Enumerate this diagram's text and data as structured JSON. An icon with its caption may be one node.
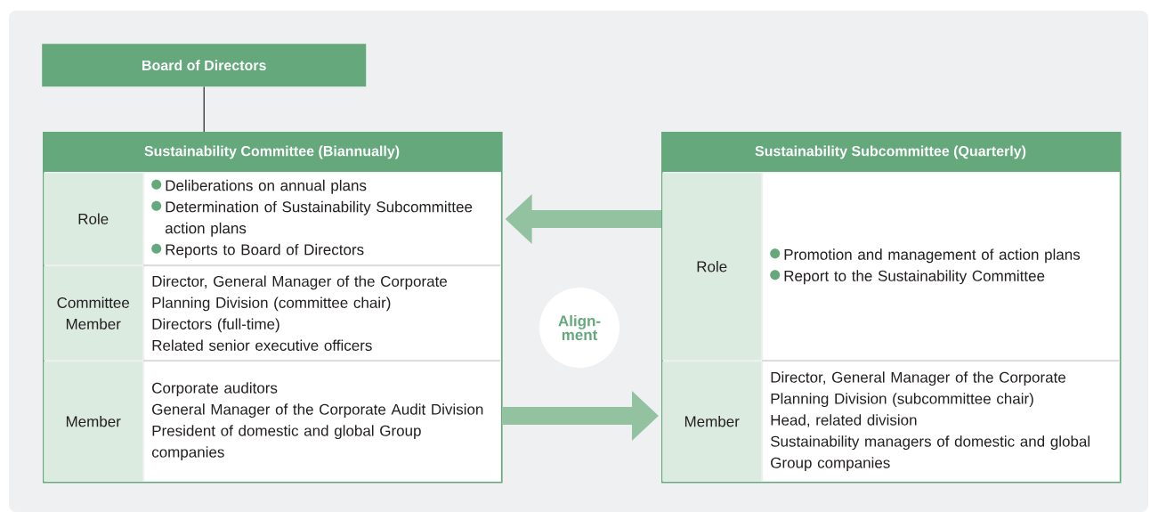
{
  "diagram": {
    "nodes": [
      {
        "text": [
          "Board of Directors"
        ]
      },
      {
        "text": [
          "Sustainability Committee (Biannually)"
        ]
      },
      {
        "text": [
          "Role"
        ],
        "in": 1
      },
      {
        "text": [
          "Deliberations on annual plans",
          "Determination of Sustainability Subcommittee action plans",
          "Reports to Board of Directors"
        ],
        "in": 1
      },
      {
        "text": [
          "Committee Member"
        ],
        "in": 1
      },
      {
        "text": [
          "Director, General Manager of the Corporate Planning Division (committee chair)",
          "Directors (full-time)",
          "Related senior executive officers"
        ],
        "in": 1
      },
      {
        "text": [
          "Member"
        ],
        "in": 1
      },
      {
        "text": [
          "Corporate auditors",
          "General Manager of the Corporate Audit Division",
          "President of domestic and global Group companies"
        ],
        "in": 1
      },
      {
        "text": [
          "Sustainability Subcommittee (Quarterly)"
        ]
      },
      {
        "text": [
          "Role"
        ],
        "in": 8
      },
      {
        "text": [
          "Promotion and management of action plans",
          "Report to the Sustainability Committee"
        ],
        "in": 8
      },
      {
        "text": [
          "Member"
        ],
        "in": 8
      },
      {
        "text": [
          "Director, General Manager of the Corporate Planning Division (subcommittee chair)",
          "Head, related division",
          "Sustainability managers of domestic and global Group companies"
        ],
        "in": 8
      },
      {
        "text": [
          "Align- ment"
        ]
      }
    ],
    "edges": [
      {
        "from": 0,
        "to": 1,
        "arrow": "none",
        "color": "#231f20"
      },
      {
        "from": 8,
        "to": 1,
        "arrow": "to"
      },
      {
        "from": 1,
        "to": 8,
        "arrow": "to"
      }
    ]
  }
}
